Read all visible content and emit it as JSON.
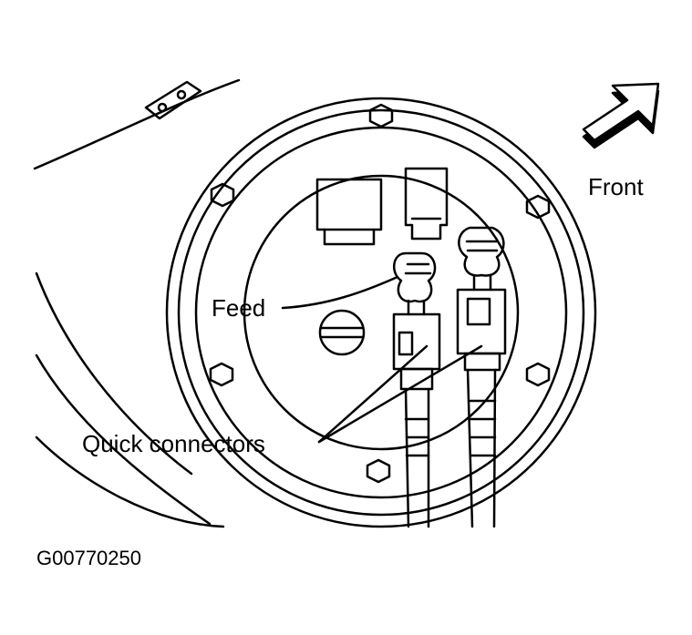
{
  "labels": {
    "front": "Front",
    "feed": "Feed",
    "quick_connectors": "Quick connectors",
    "figure_code": "G00770250"
  },
  "icons": {
    "direction_arrow": "arrow-up-right-icon"
  },
  "colors": {
    "ink": "#000000",
    "paper": "#ffffff"
  }
}
